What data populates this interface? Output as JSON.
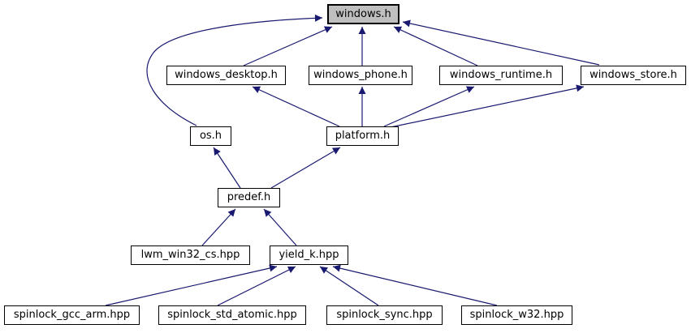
{
  "diagram": {
    "type": "include-dependency-graph",
    "nodes": [
      {
        "id": "windows_h",
        "label": "windows.h",
        "highlighted": true
      },
      {
        "id": "windows_desktop_h",
        "label": "windows_desktop.h",
        "highlighted": false
      },
      {
        "id": "windows_phone_h",
        "label": "windows_phone.h",
        "highlighted": false
      },
      {
        "id": "windows_runtime_h",
        "label": "windows_runtime.h",
        "highlighted": false
      },
      {
        "id": "windows_store_h",
        "label": "windows_store.h",
        "highlighted": false
      },
      {
        "id": "os_h",
        "label": "os.h",
        "highlighted": false
      },
      {
        "id": "platform_h",
        "label": "platform.h",
        "highlighted": false
      },
      {
        "id": "predef_h",
        "label": "predef.h",
        "highlighted": false
      },
      {
        "id": "lwm_win32_cs_hpp",
        "label": "lwm_win32_cs.hpp",
        "highlighted": false
      },
      {
        "id": "yield_k_hpp",
        "label": "yield_k.hpp",
        "highlighted": false
      },
      {
        "id": "spinlock_gcc_arm_hpp",
        "label": "spinlock_gcc_arm.hpp",
        "highlighted": false
      },
      {
        "id": "spinlock_std_atomic_hpp",
        "label": "spinlock_std_atomic.hpp",
        "highlighted": false
      },
      {
        "id": "spinlock_sync_hpp",
        "label": "spinlock_sync.hpp",
        "highlighted": false
      },
      {
        "id": "spinlock_w32_hpp",
        "label": "spinlock_w32.hpp",
        "highlighted": false
      }
    ],
    "edges": [
      {
        "from": "os_h",
        "to": "windows_h",
        "style": "curved-left"
      },
      {
        "from": "windows_desktop_h",
        "to": "windows_h",
        "style": "straight"
      },
      {
        "from": "windows_phone_h",
        "to": "windows_h",
        "style": "straight"
      },
      {
        "from": "windows_runtime_h",
        "to": "windows_h",
        "style": "straight"
      },
      {
        "from": "windows_store_h",
        "to": "windows_h",
        "style": "straight"
      },
      {
        "from": "platform_h",
        "to": "windows_desktop_h",
        "style": "straight"
      },
      {
        "from": "platform_h",
        "to": "windows_phone_h",
        "style": "straight"
      },
      {
        "from": "platform_h",
        "to": "windows_runtime_h",
        "style": "straight"
      },
      {
        "from": "platform_h",
        "to": "windows_store_h",
        "style": "straight"
      },
      {
        "from": "predef_h",
        "to": "os_h",
        "style": "straight"
      },
      {
        "from": "predef_h",
        "to": "platform_h",
        "style": "straight"
      },
      {
        "from": "lwm_win32_cs_hpp",
        "to": "predef_h",
        "style": "straight"
      },
      {
        "from": "yield_k_hpp",
        "to": "predef_h",
        "style": "straight"
      },
      {
        "from": "spinlock_gcc_arm_hpp",
        "to": "yield_k_hpp",
        "style": "straight"
      },
      {
        "from": "spinlock_std_atomic_hpp",
        "to": "yield_k_hpp",
        "style": "straight"
      },
      {
        "from": "spinlock_sync_hpp",
        "to": "yield_k_hpp",
        "style": "straight"
      },
      {
        "from": "spinlock_w32_hpp",
        "to": "yield_k_hpp",
        "style": "straight"
      }
    ],
    "colors": {
      "edge": "#191970",
      "node_fill": "#ffffff",
      "node_border": "#000000",
      "highlight_fill": "#bfbfbf",
      "text": "#000000",
      "background": "#ffffff"
    }
  }
}
